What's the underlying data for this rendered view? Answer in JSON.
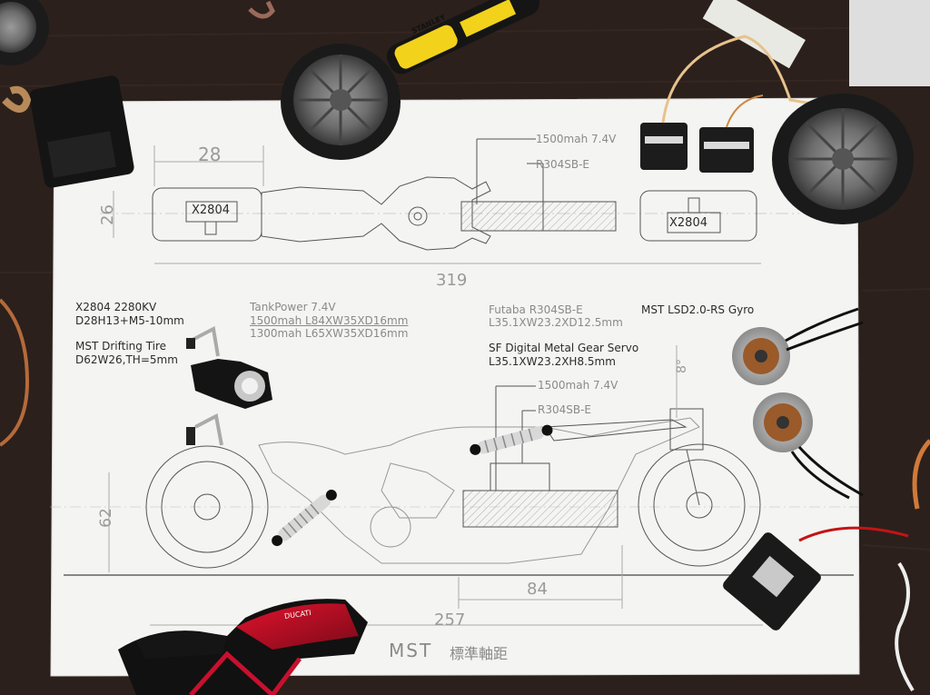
{
  "drawing": {
    "top_dims": {
      "width": "28",
      "height": "26",
      "length": "319"
    },
    "motor_label_left": "X2804",
    "motor_label_right": "X2804",
    "battery_top": "1500mah 7.4V",
    "servo_top": "R304SB-E",
    "specs": {
      "motor_line1": "X2804 2280KV",
      "motor_line2": "D28H13+M5-10mm",
      "tire_line1": "MST Drifting Tire",
      "tire_line2": "D62W26,TH=5mm",
      "battery_line1": "TankPower 7.4V",
      "battery_line2": "1500mah L84XW35XD16mm",
      "battery_line3": "1300mah L65XW35XD16mm",
      "futaba_line1": "Futaba R304SB-E",
      "futaba_line2": "L35.1XW23.2XD12.5mm",
      "gyro": "MST LSD2.0-RS Gyro",
      "servo_line1": "SF Digital Metal Gear Servo",
      "servo_line2": "L35.1XW23.2XH8.5mm"
    },
    "side_battery": "1500mah 7.4V",
    "side_servo": "R304SB-E",
    "side_dims": {
      "wheel_height": "62",
      "wheelbase_part": "84",
      "total": "257",
      "angle": "8°"
    },
    "footer_latin": "MST",
    "footer_cjk": "標準軸距"
  },
  "props": {
    "screwdriver_brand": "STANLEY",
    "model_brand": "DUCATI"
  },
  "colors": {
    "desk": "#2a1f1b",
    "paper": "#f4f4f2",
    "line": "#555555",
    "screwdriver_yellow": "#f2d21b",
    "ducati_red": "#c8102e"
  }
}
